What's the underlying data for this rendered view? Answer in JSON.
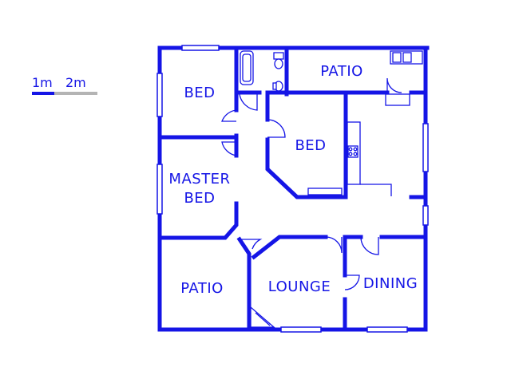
{
  "colors": {
    "wall": "#1515e6",
    "window": "#1515e6",
    "scale_light": "#b4b4b4",
    "background": "#ffffff"
  },
  "scale_bar": {
    "label_1": "1m",
    "label_2": "2m"
  },
  "rooms": {
    "bed_top_left": "BED",
    "patio_top": "PATIO",
    "bed_center": "BED",
    "master_bed_line1": "MASTER",
    "master_bed_line2": "BED",
    "patio_bottom": "PATIO",
    "lounge": "LOUNGE",
    "dining": "DINING"
  }
}
